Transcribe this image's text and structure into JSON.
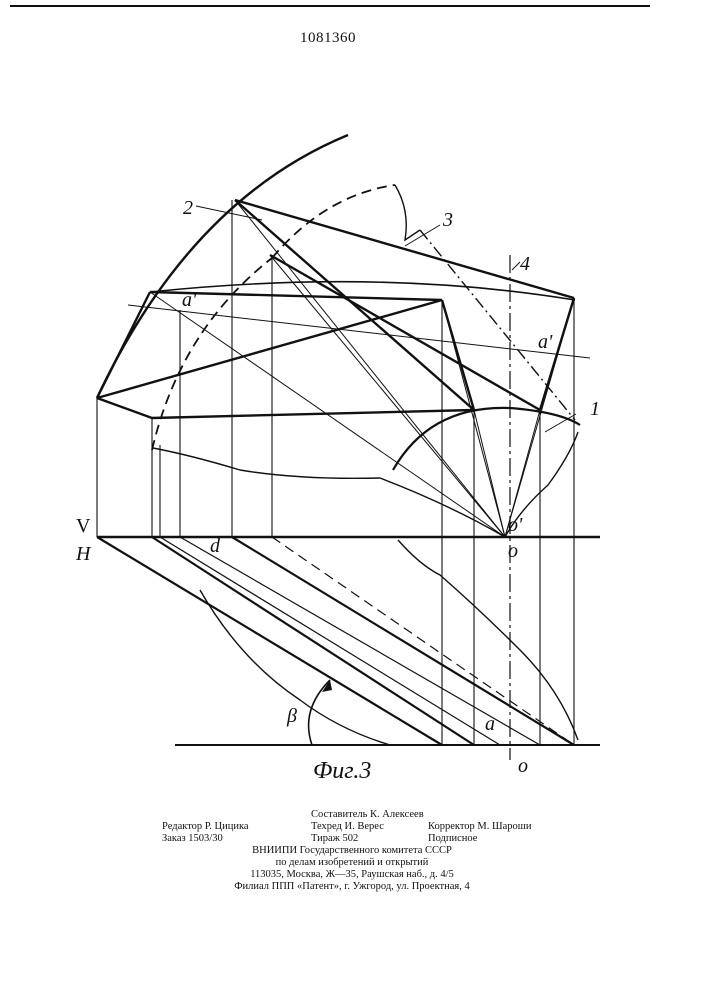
{
  "header": {
    "patent_number": "1081360"
  },
  "figure": {
    "caption": "Фиг.3",
    "labels": {
      "n1": "1",
      "n2": "2",
      "n3": "3",
      "n4": "4",
      "a_prime_left": "a'",
      "a_prime_right": "a'",
      "o_prime": "o'",
      "o_upper": "o",
      "o_lower": "o",
      "a_lower": "a",
      "d_lower": "d",
      "v": "V",
      "h": "H",
      "beta": "β"
    }
  },
  "imprint": {
    "composer": "Составитель К. Алексеев",
    "editor": "Редактор Р. Цицика",
    "tech_editor": "Техред И. Верес",
    "corrector": "Корректор М. Шароши",
    "order": "Заказ 1503/30",
    "circulation": "Тираж 502",
    "subscription": "Подписное",
    "org_line1": "ВНИИПИ Государственного комитета СССР",
    "org_line2": "по делам изобретений и открытий",
    "address1": "113035, Москва, Ж—35, Раушская наб., д. 4/5",
    "address2": "Филиал ППП «Патент», г. Ужгород, ул. Проектная, 4"
  }
}
